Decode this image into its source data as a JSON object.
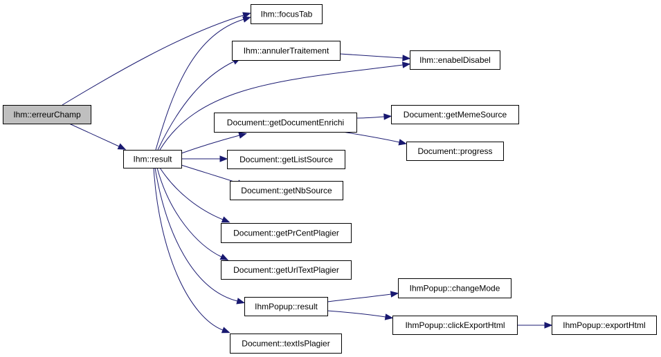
{
  "diagram": {
    "type": "call-graph",
    "colors": {
      "edge": "#191970",
      "root_fill": "#bfbfbf",
      "node_fill": "#ffffff",
      "node_border": "#000000"
    },
    "nodes": [
      {
        "id": "erreurChamp",
        "label": "Ihm::erreurChamp",
        "root": true
      },
      {
        "id": "focusTab",
        "label": "Ihm::focusTab"
      },
      {
        "id": "result",
        "label": "Ihm::result"
      },
      {
        "id": "annulerTraitement",
        "label": "Ihm::annulerTraitement"
      },
      {
        "id": "enabelDisabel",
        "label": "Ihm::enabelDisabel"
      },
      {
        "id": "getDocumentEnrichi",
        "label": "Document::getDocumentEnrichi"
      },
      {
        "id": "getMemeSource",
        "label": "Document::getMemeSource"
      },
      {
        "id": "progress",
        "label": "Document::progress"
      },
      {
        "id": "getListSource",
        "label": "Document::getListSource"
      },
      {
        "id": "getNbSource",
        "label": "Document::getNbSource"
      },
      {
        "id": "getPrCentPlagier",
        "label": "Document::getPrCentPlagier"
      },
      {
        "id": "getUrlTextPlagier",
        "label": "Document::getUrlTextPlagier"
      },
      {
        "id": "popupResult",
        "label": "IhmPopup::result"
      },
      {
        "id": "textIsPlagier",
        "label": "Document::textIsPlagier"
      },
      {
        "id": "changeMode",
        "label": "IhmPopup::changeMode"
      },
      {
        "id": "clickExportHtml",
        "label": "IhmPopup::clickExportHtml"
      },
      {
        "id": "exportHtml",
        "label": "IhmPopup::exportHtml"
      }
    ],
    "edges": [
      {
        "from": "erreurChamp",
        "to": "focusTab"
      },
      {
        "from": "erreurChamp",
        "to": "result"
      },
      {
        "from": "result",
        "to": "focusTab"
      },
      {
        "from": "result",
        "to": "annulerTraitement"
      },
      {
        "from": "result",
        "to": "enabelDisabel"
      },
      {
        "from": "result",
        "to": "getDocumentEnrichi"
      },
      {
        "from": "result",
        "to": "getListSource"
      },
      {
        "from": "result",
        "to": "getNbSource"
      },
      {
        "from": "result",
        "to": "getPrCentPlagier"
      },
      {
        "from": "result",
        "to": "getUrlTextPlagier"
      },
      {
        "from": "result",
        "to": "popupResult"
      },
      {
        "from": "result",
        "to": "textIsPlagier"
      },
      {
        "from": "annulerTraitement",
        "to": "enabelDisabel"
      },
      {
        "from": "getDocumentEnrichi",
        "to": "getMemeSource"
      },
      {
        "from": "getDocumentEnrichi",
        "to": "progress"
      },
      {
        "from": "popupResult",
        "to": "changeMode"
      },
      {
        "from": "popupResult",
        "to": "clickExportHtml"
      },
      {
        "from": "clickExportHtml",
        "to": "exportHtml"
      }
    ]
  }
}
